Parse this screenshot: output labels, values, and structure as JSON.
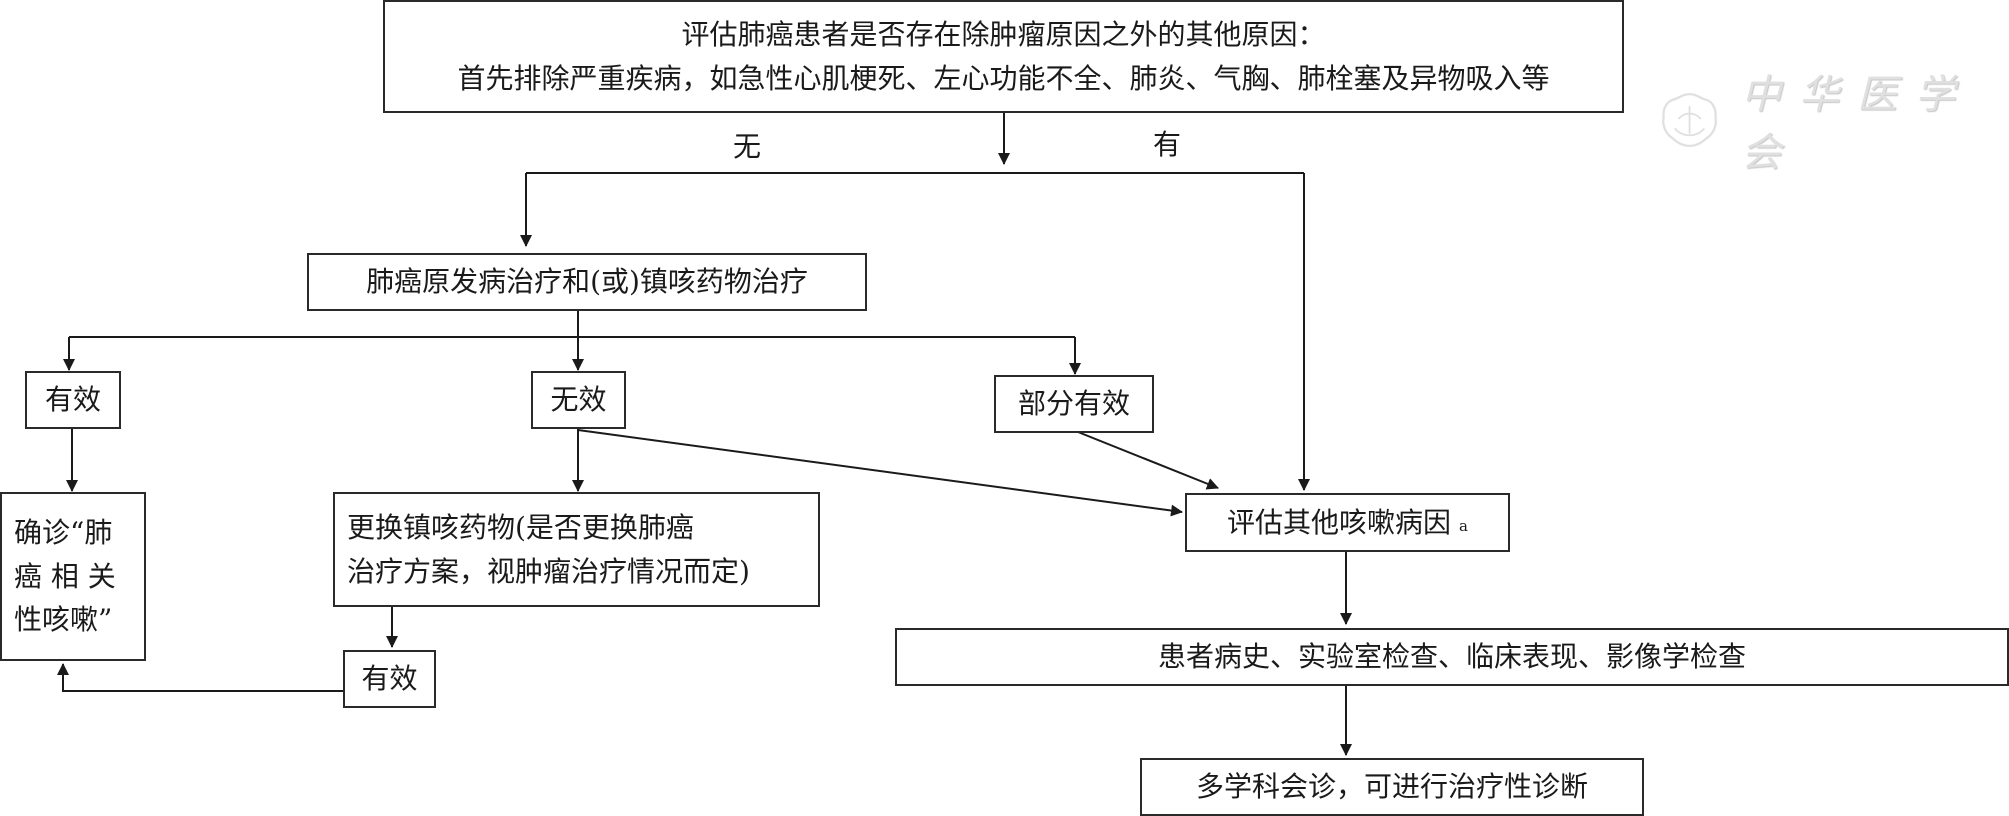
{
  "title_box": {
    "line1": "评估肺癌患者是否存在除肿瘤原因之外的其他原因：",
    "line2": "首先排除严重疾病，如急性心肌梗死、左心功能不全、肺炎、气胸、肺栓塞及异物吸入等"
  },
  "branch_labels": {
    "no": "无",
    "yes": "有"
  },
  "nodes": {
    "primary_treatment": "肺癌原发病治疗和(或)镇咳药物治疗",
    "effective": "有效",
    "ineffective": "无效",
    "partial": "部分有效",
    "confirm": {
      "line1": "确诊“肺",
      "line2": "癌 相 关",
      "line3": "性咳嗽”"
    },
    "change_drug": {
      "line1": "更换镇咳药物(是否更换肺癌",
      "line2": "治疗方案，视肿瘤治疗情况而定)"
    },
    "effective_2": "有效",
    "evaluate_other": {
      "text": "评估其他咳嗽病因",
      "note": "a"
    },
    "exams": "患者病史、实验室检查、临床表现、影像学检查",
    "mdt": "多学科会诊，可进行治疗性诊断"
  },
  "watermark": {
    "text": "中华医学会"
  },
  "edges": [
    {
      "from": "title_box",
      "to": "primary_treatment",
      "label": "无"
    },
    {
      "from": "title_box",
      "to": "evaluate_other",
      "label": "有"
    },
    {
      "from": "primary_treatment",
      "to": "effective"
    },
    {
      "from": "primary_treatment",
      "to": "ineffective"
    },
    {
      "from": "primary_treatment",
      "to": "partial"
    },
    {
      "from": "effective",
      "to": "confirm"
    },
    {
      "from": "ineffective",
      "to": "change_drug"
    },
    {
      "from": "ineffective",
      "to": "evaluate_other"
    },
    {
      "from": "partial",
      "to": "evaluate_other"
    },
    {
      "from": "change_drug",
      "to": "effective_2"
    },
    {
      "from": "effective_2",
      "to": "confirm"
    },
    {
      "from": "evaluate_other",
      "to": "exams"
    },
    {
      "from": "exams",
      "to": "mdt"
    }
  ]
}
